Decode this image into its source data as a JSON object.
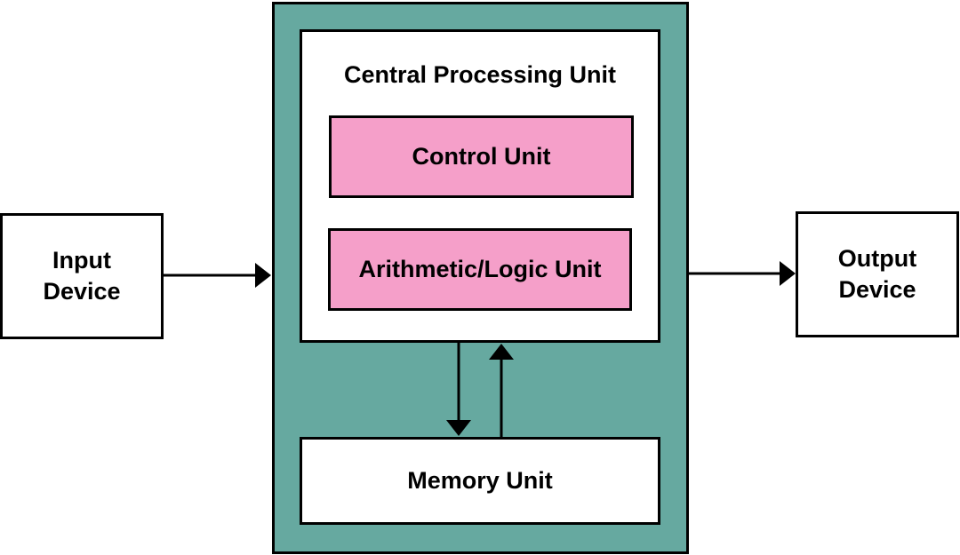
{
  "diagram": {
    "cpu_title": "Central Processing Unit",
    "control_unit": "Control Unit",
    "alu": "Arithmetic/Logic Unit",
    "memory_unit": "Memory Unit",
    "input_device": "Input\nDevice",
    "output_device": "Output\nDevice"
  },
  "colors": {
    "system_background": "#66a9a0",
    "unit_highlight": "#f59fc9",
    "border": "#000000",
    "box_background": "#ffffff"
  },
  "connections": [
    {
      "from": "input_device",
      "to": "central_processing_unit"
    },
    {
      "from": "central_processing_unit",
      "to": "output_device"
    },
    {
      "from": "central_processing_unit",
      "to": "memory_unit"
    },
    {
      "from": "memory_unit",
      "to": "central_processing_unit"
    }
  ]
}
